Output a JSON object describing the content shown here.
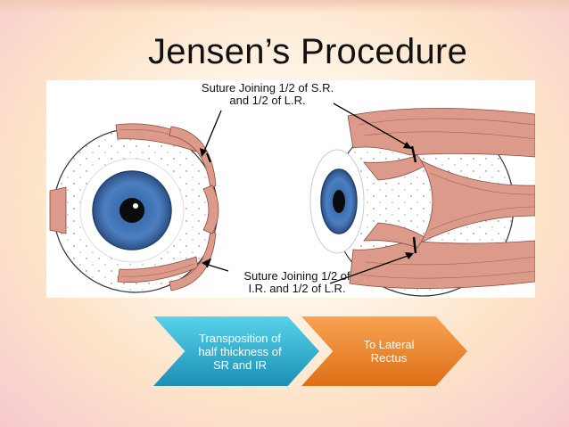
{
  "slide": {
    "title": "Jensen’s Procedure"
  },
  "figure": {
    "callout_top": [
      "Suture Joining 1/2 of S.R.",
      "and 1/2 of L.R."
    ],
    "callout_bottom": [
      "Suture Joining 1/2 of",
      "I.R. and 1/2 of L.R."
    ]
  },
  "flow": {
    "steps": [
      {
        "lines": [
          "Transposition of",
          "half thickness of",
          "SR and IR"
        ],
        "color": "#2aa6c9"
      },
      {
        "lines": [
          "To Lateral",
          "Rectus"
        ],
        "color": "#ec8a2c"
      }
    ]
  },
  "colors": {
    "muscle": "#dc9a8b",
    "iris": "#4b7fbf",
    "pupil": "#0b0b0b"
  }
}
